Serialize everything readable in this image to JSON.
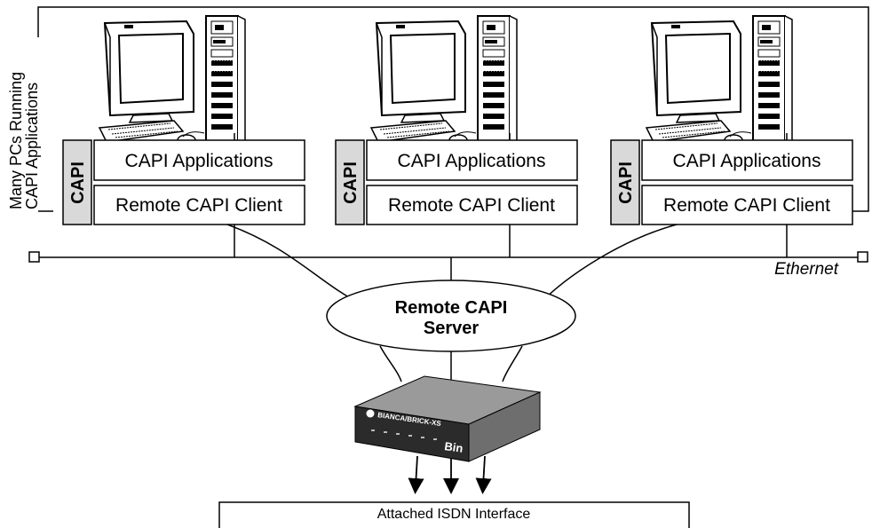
{
  "side_label": {
    "line1": "Many PCs Running",
    "line2": "CAPI Applications"
  },
  "clients": [
    {
      "capi_tab": "CAPI",
      "applications_label": "CAPI Applications",
      "client_label": "Remote CAPI Client"
    },
    {
      "capi_tab": "CAPI",
      "applications_label": "CAPI Applications",
      "client_label": "Remote CAPI Client"
    },
    {
      "capi_tab": "CAPI",
      "applications_label": "CAPI Applications",
      "client_label": "Remote CAPI Client"
    }
  ],
  "network": {
    "ethernet_label": "Ethernet"
  },
  "server": {
    "line1": "Remote CAPI",
    "line2": "Server"
  },
  "router": {
    "model_label": "BIANCA/BRICK-XS",
    "logo_label": "Bin"
  },
  "isdn": {
    "label": "Attached ISDN Interface"
  },
  "icons": [
    "desktop-monitor-icon",
    "keyboard-icon",
    "mouse-icon",
    "tower-pc-icon",
    "router-device-icon"
  ],
  "colors": {
    "capi_tab_fill": "#d9d9d9",
    "router_body": "#2b2b2b",
    "line": "#000000"
  }
}
